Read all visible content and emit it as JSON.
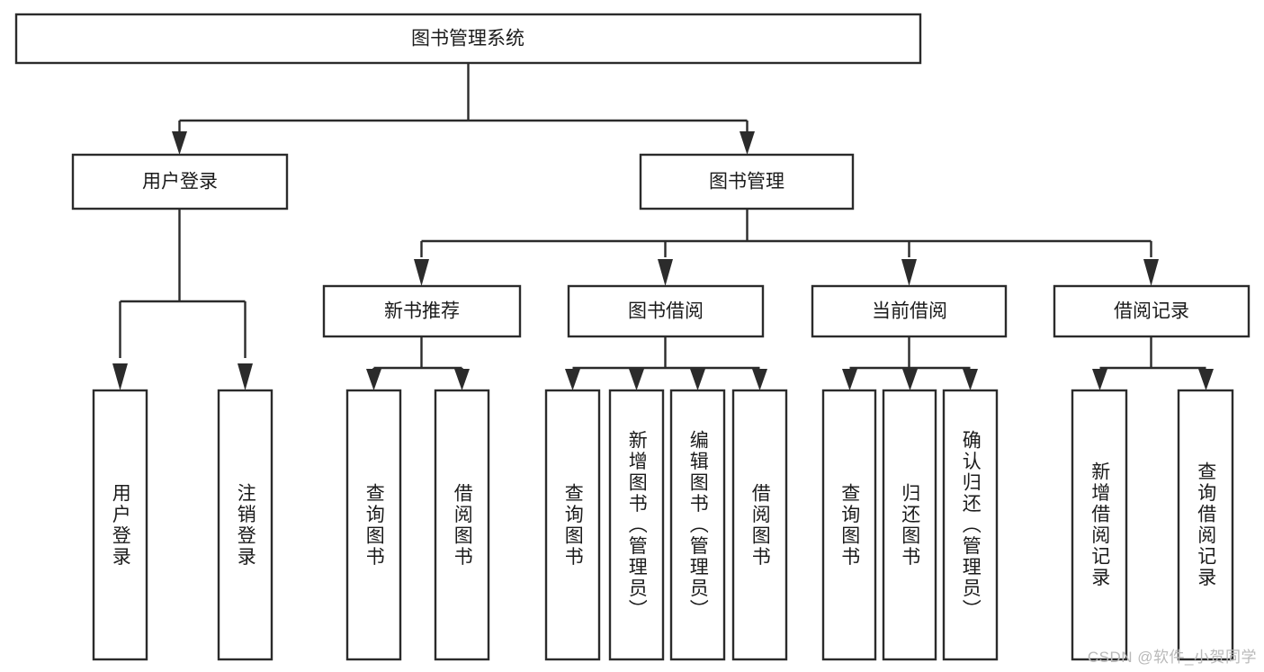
{
  "diagram": {
    "type": "tree-hierarchy-chart",
    "title": "图书管理系统",
    "orientation": "top-down",
    "colors": {
      "box_stroke": "#2b2b2b",
      "box_fill": "#ffffff",
      "connector": "#2b2b2b",
      "text": "#1b1b1b",
      "watermark": "#b9b9b9",
      "background": "#ffffff"
    },
    "levels": {
      "level1": {
        "label": "图书管理系统",
        "orientation": "horizontal"
      },
      "level2": [
        {
          "label": "用户登录",
          "orientation": "horizontal"
        },
        {
          "label": "图书管理",
          "orientation": "horizontal"
        }
      ],
      "level3": [
        {
          "label": "新书推荐",
          "orientation": "horizontal"
        },
        {
          "label": "图书借阅",
          "orientation": "horizontal"
        },
        {
          "label": "当前借阅",
          "orientation": "horizontal"
        },
        {
          "label": "借阅记录",
          "orientation": "horizontal"
        }
      ],
      "leaves": {
        "user_login": [
          {
            "label": "用户登录",
            "orientation": "vertical"
          },
          {
            "label": "注销登录",
            "orientation": "vertical"
          }
        ],
        "new_book_recommend": [
          {
            "label": "查询图书",
            "orientation": "vertical"
          },
          {
            "label": "借阅图书",
            "orientation": "vertical"
          }
        ],
        "book_borrow": [
          {
            "label": "查询图书",
            "orientation": "vertical"
          },
          {
            "label": "新增图书（管理员）",
            "orientation": "vertical"
          },
          {
            "label": "编辑图书（管理员）",
            "orientation": "vertical"
          },
          {
            "label": "借阅图书",
            "orientation": "vertical"
          }
        ],
        "current_borrow": [
          {
            "label": "查询图书",
            "orientation": "vertical"
          },
          {
            "label": "归还图书",
            "orientation": "vertical"
          },
          {
            "label": "确认归还（管理员）",
            "orientation": "vertical"
          }
        ],
        "borrow_records": [
          {
            "label": "新增借阅记录",
            "orientation": "vertical"
          },
          {
            "label": "查询借阅记录",
            "orientation": "vertical"
          }
        ]
      }
    },
    "watermark": "CSDN @软件_小贺同学"
  }
}
